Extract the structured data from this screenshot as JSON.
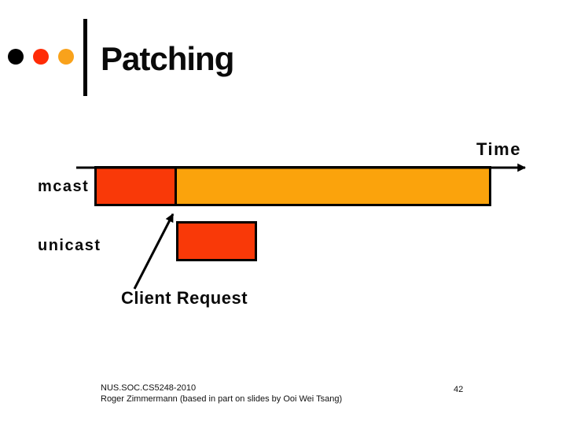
{
  "slide": {
    "title": "Patching",
    "footer": {
      "course": "NUS.SOC.CS5248-2010",
      "credit": "Roger Zimmermann (based in part on slides by Ooi Wei Tsang)",
      "page_number": "42"
    }
  },
  "logo": {
    "dots": [
      {
        "name": "black-dot",
        "color": "#000000"
      },
      {
        "name": "red-dot",
        "color": "#FF2B06"
      },
      {
        "name": "orange-dot",
        "color": "#F9A21B"
      }
    ]
  },
  "diagram": {
    "type": "timeline",
    "axis_label": "Time",
    "annotation": "Client Request",
    "rows": [
      {
        "label": "mcast",
        "segments": [
          {
            "color": "#F93908"
          },
          {
            "color": "#FBA30C"
          }
        ]
      },
      {
        "label": "unicast",
        "segments": [
          {
            "color": "#F93908"
          }
        ]
      }
    ],
    "outline_color": "#000000"
  }
}
